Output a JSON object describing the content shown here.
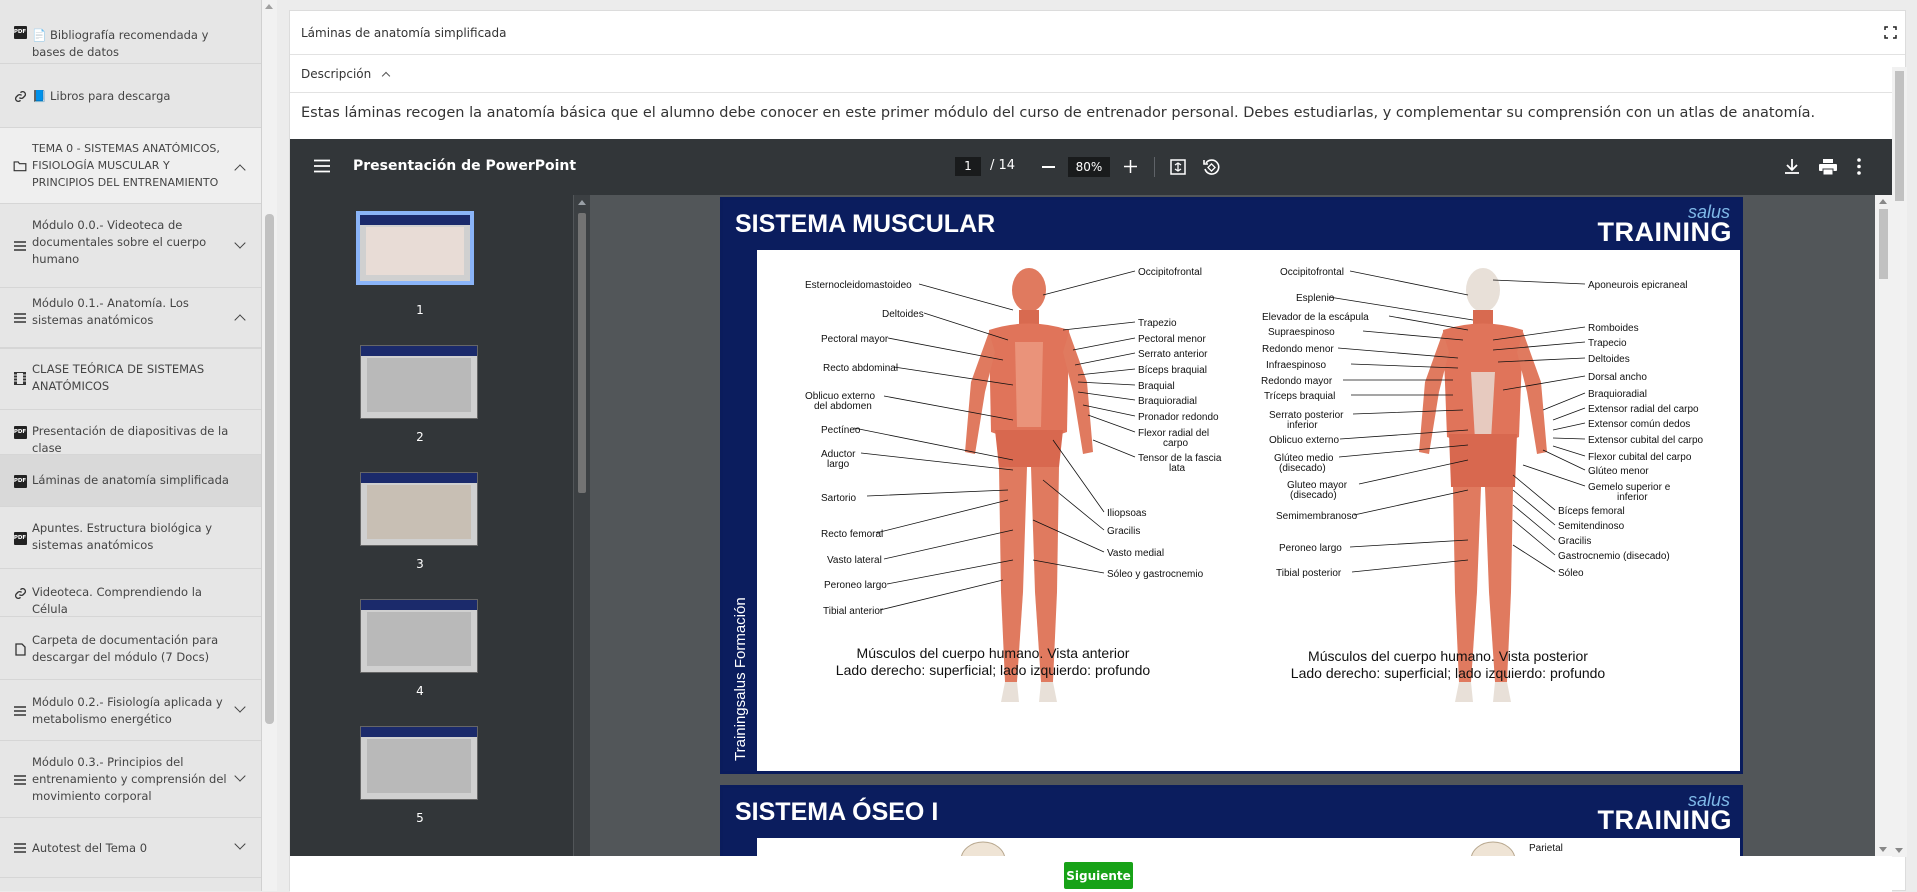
{
  "sidebar": {
    "items": [
      {
        "label": "📄 Bibliografía recomendada y bases de datos",
        "icon": "pdf-icon"
      },
      {
        "label": "📘 Libros para descarga",
        "icon": "link-icon"
      },
      {
        "label": "TEMA 0 - SISTEMAS ANATÓMICOS, FISIOLOGÍA MUSCULAR Y PRINCIPIOS DEL ENTRENAMIENTO",
        "icon": "folder-icon"
      },
      {
        "label": "Módulo 0.0.- Videoteca de documentales sobre el cuerpo humano",
        "icon": "list-icon"
      },
      {
        "label": "Módulo 0.1.- Anatomía. Los sistemas anatómicos",
        "icon": "list-icon"
      },
      {
        "label": "CLASE TEÓRICA DE SISTEMAS ANATÓMICOS",
        "icon": "video-icon"
      },
      {
        "label": "Presentación de diapositivas de la clase",
        "icon": "pdf-icon"
      },
      {
        "label": "Láminas de anatomía simplificada",
        "icon": "pdf-icon"
      },
      {
        "label": "Apuntes. Estructura biológica y sistemas anatómicos",
        "icon": "pdf-icon"
      },
      {
        "label": "Videoteca. Comprendiendo la Célula",
        "icon": "link-icon"
      },
      {
        "label": "Carpeta de documentación para descargar del módulo (7 Docs)",
        "icon": "file-icon"
      },
      {
        "label": "Módulo 0.2.- Fisiología aplicada y metabolismo energético",
        "icon": "list-icon"
      },
      {
        "label": "Módulo 0.3.- Principios del entrenamiento y comprensión del movimiento corporal",
        "icon": "list-icon"
      },
      {
        "label": "Autotest del Tema 0",
        "icon": "list-icon"
      }
    ],
    "pdf_text": "PDF"
  },
  "main": {
    "title": "Láminas de anatomía simplificada",
    "description_label": "Descripción",
    "description_text": "Estas láminas recogen la anatomía básica que el alumno debe conocer en este primer módulo del curso de entrenador personal. Debes estudiarlas, y complementar su comprensión con un atlas de anatomía.",
    "next_label": "Siguiente"
  },
  "viewer": {
    "doc_title": "Presentación de PowerPoint",
    "page_current": "1",
    "page_total": "/ 14",
    "zoom": "80%",
    "thumbnails": [
      "1",
      "2",
      "3",
      "4",
      "5"
    ]
  },
  "slide1": {
    "title": "SISTEMA MUSCULAR",
    "brand_top": "salus",
    "brand": "TRAINING",
    "side_text": "Trainingsalus Formación",
    "front_left_labels": [
      "Esternocleidomastoideo",
      "Deltoides",
      "Pectoral mayor",
      "Recto abdominal",
      "Oblicuo externo",
      "del abdomen",
      "Pectíneo",
      "Aductor",
      "largo",
      "Sartorio",
      "Recto femoral",
      "Vasto lateral",
      "Peroneo largo",
      "Tibial anterior"
    ],
    "front_right_labels": [
      "Occipitofrontal",
      "Trapezio",
      "Pectoral menor",
      "Serrato anterior",
      "Bíceps braquial",
      "Braquial",
      "Braquioradial",
      "Pronador redondo",
      "Flexor radial del",
      "carpo",
      "Tensor de la fascia",
      "lata",
      "Iliopsoas",
      "Gracilis",
      "Vasto medial",
      "Sóleo y gastrocnemio"
    ],
    "back_left_labels": [
      "Occipitofrontal",
      "Esplenio",
      "Elevador de la escápula",
      "Supraespinoso",
      "Redondo menor",
      "Infraespinoso",
      "Redondo mayor",
      "Tríceps braquial",
      "Serrato posterior",
      "inferior",
      "Oblicuo externo",
      "Glúteo medio",
      "(disecado)",
      "Gluteo mayor",
      "(disecado)",
      "Semimembranoso",
      "Peroneo largo",
      "Tibial posterior"
    ],
    "back_right_labels": [
      "Aponeurois epicraneal",
      "Romboides",
      "Trapecio",
      "Deltoides",
      "Dorsal ancho",
      "Braquioradial",
      "Extensor radial del carpo",
      "Extensor común dedos",
      "Extensor cubital del carpo",
      "Flexor cubital del carpo",
      "Glúteo menor",
      "Gemelo superior e",
      "inferior",
      "Bíceps femoral",
      "Semitendinoso",
      "Gracilis",
      "Gastrocnemio (disecado)",
      "Sóleo"
    ],
    "caption_front_1": "Músculos del cuerpo humano. Vista anterior",
    "caption_front_2": "Lado derecho: superficial; lado izquierdo: profundo",
    "caption_back_1": "Músculos del cuerpo humano. Vista posterior",
    "caption_back_2": "Lado derecho: superficial; lado izquierdo: profundo"
  },
  "slide2": {
    "title": "SISTEMA ÓSEO I",
    "brand_top": "salus",
    "brand": "TRAINING",
    "partial_label": "Parietal"
  }
}
